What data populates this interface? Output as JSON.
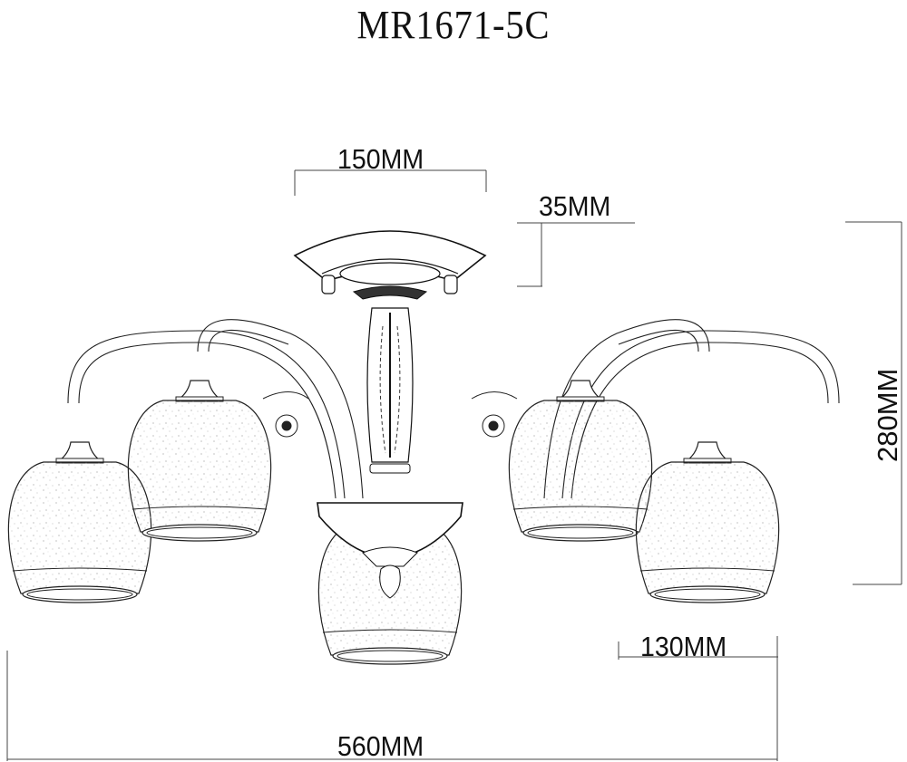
{
  "title": "MR1671-5C",
  "dimensions": {
    "canopy_width": "150MM",
    "canopy_height": "35MM",
    "total_height": "280MM",
    "shade_diameter": "130MM",
    "total_width": "560MM"
  },
  "drawing": {
    "subject": "5-arm ceiling chandelier with frosted glass shades",
    "shade_count": 5,
    "line_color": "#222222",
    "background": "#ffffff"
  }
}
